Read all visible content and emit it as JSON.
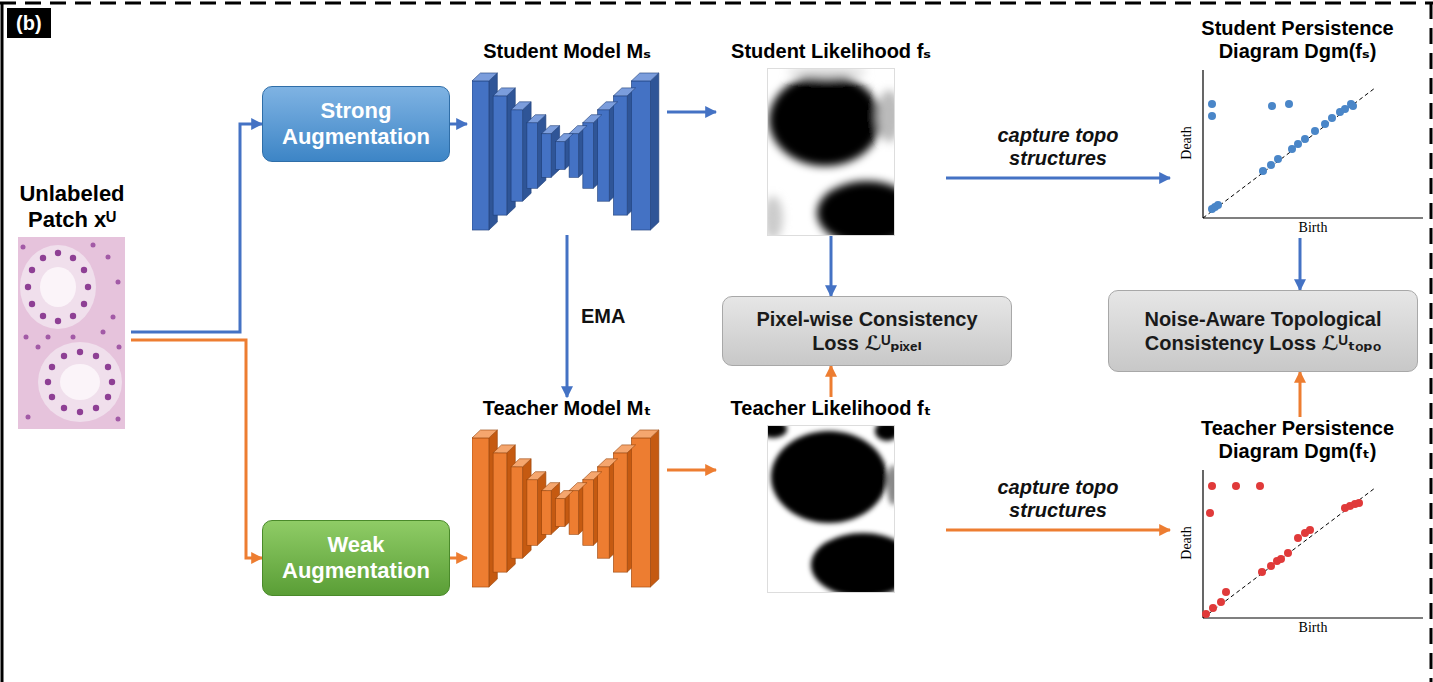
{
  "diagram": {
    "nodes": [
      {
        "text": [
          "Unlabeled Patch xᵁ"
        ]
      },
      {
        "text": [
          "Strong Augmentation"
        ]
      },
      {
        "text": [
          "Student Model Mₛ"
        ]
      },
      {
        "text": [
          "Student Likelihood fₛ"
        ]
      },
      {
        "text": [
          "Student Persistence Diagram Dgm(fₛ)"
        ]
      },
      {
        "text": [
          "Pixel-wise Consistency Loss ℒᵁₚᵢₓₑₗ"
        ]
      },
      {
        "text": [
          "Noise-Aware Topological Consistency Loss ℒᵁₜₒₚₒ"
        ]
      },
      {
        "text": [
          "Weak Augmentation"
        ]
      },
      {
        "text": [
          "Teacher Model Mₜ"
        ]
      },
      {
        "text": [
          "Teacher Likelihood fₜ"
        ]
      },
      {
        "text": [
          "Teacher Persistence Diagram Dgm(fₜ)"
        ]
      }
    ],
    "edges": [
      {
        "from": 0,
        "to": 1,
        "arrow": "to"
      },
      {
        "from": 0,
        "to": 7,
        "arrow": "to"
      },
      {
        "from": 1,
        "to": 2,
        "arrow": "to"
      },
      {
        "from": 2,
        "to": 3,
        "arrow": "to"
      },
      {
        "from": 3,
        "to": 4,
        "arrow": "to",
        "label": "capture topo structures"
      },
      {
        "from": 3,
        "to": 5,
        "arrow": "to"
      },
      {
        "from": 2,
        "to": 8,
        "arrow": "to",
        "label": "EMA"
      },
      {
        "from": 4,
        "to": 6,
        "arrow": "to"
      },
      {
        "from": 7,
        "to": 8,
        "arrow": "to"
      },
      {
        "from": 8,
        "to": 9,
        "arrow": "to"
      },
      {
        "from": 9,
        "to": 5,
        "arrow": "to"
      },
      {
        "from": 9,
        "to": 10,
        "arrow": "to",
        "label": "capture topo structures"
      },
      {
        "from": 10,
        "to": 6,
        "arrow": "to"
      }
    ],
    "labels": [
      "(b)",
      "Death",
      "Birth",
      "Death",
      "Birth"
    ]
  }
}
